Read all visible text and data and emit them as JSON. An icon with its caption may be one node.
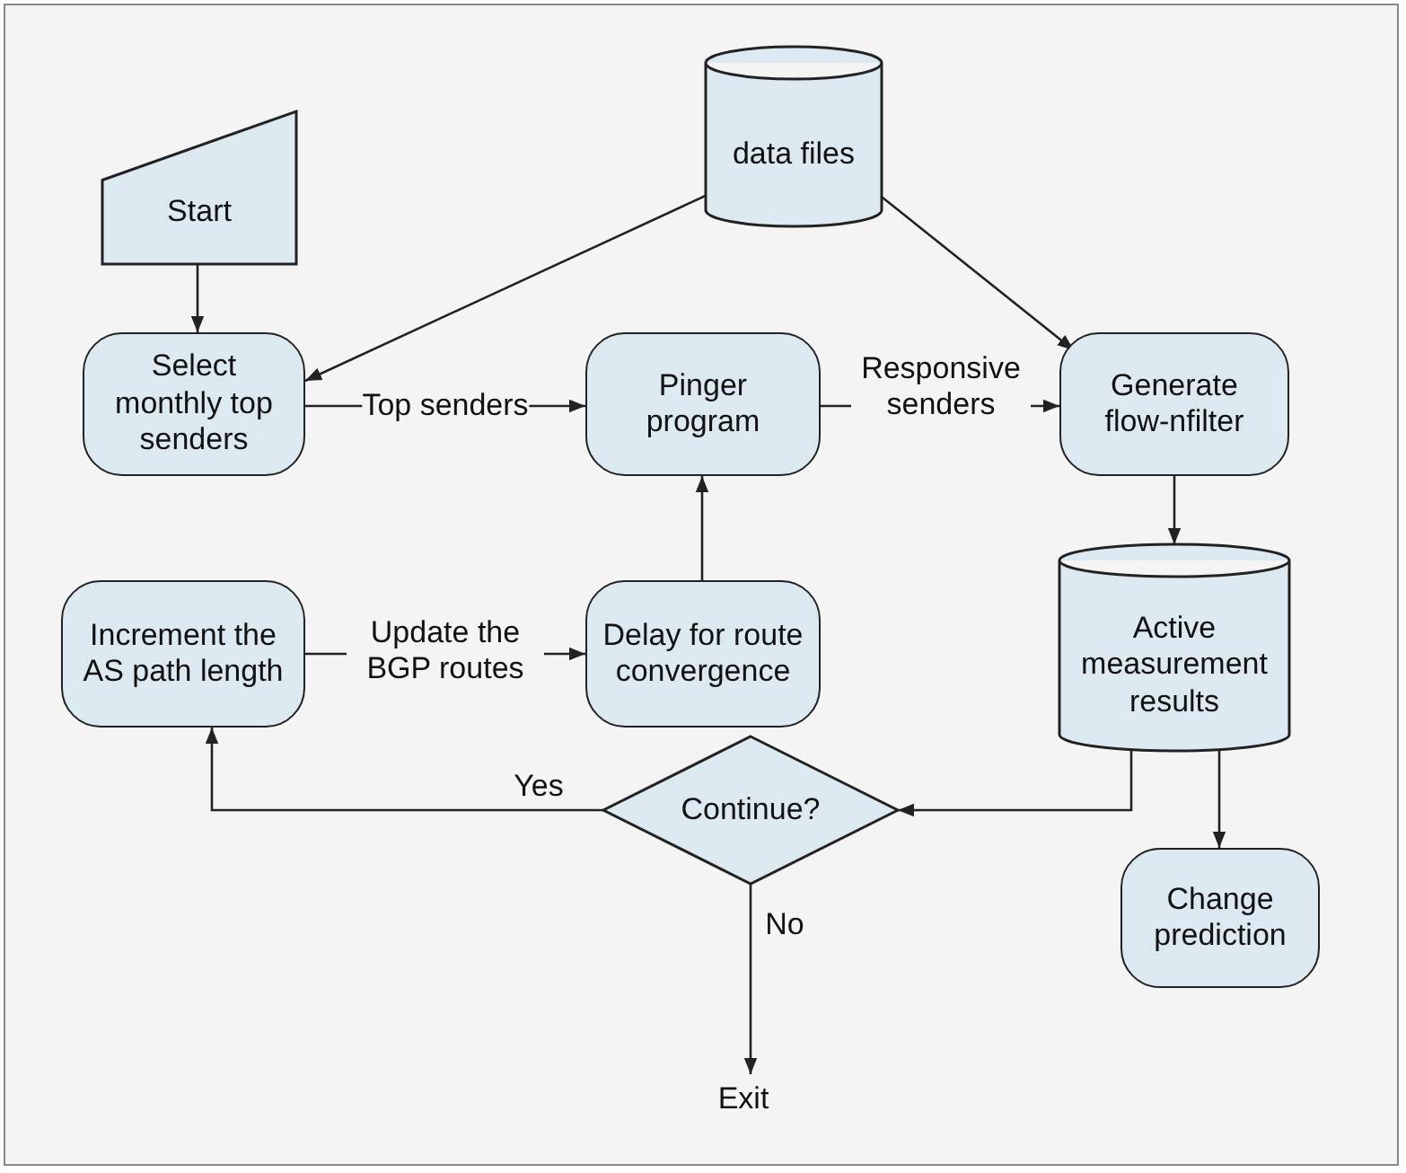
{
  "diagram": {
    "nodes": [
      {
        "text": [
          "Start"
        ]
      },
      {
        "text": [
          "data files"
        ]
      },
      {
        "text": [
          "Select monthly top senders"
        ]
      },
      {
        "text": [
          "Pinger program"
        ]
      },
      {
        "text": [
          "Generate flow-nfilter"
        ]
      },
      {
        "text": [
          "Increment the AS path length"
        ]
      },
      {
        "text": [
          "Delay for route convergence"
        ]
      },
      {
        "text": [
          "Active measurement results"
        ]
      },
      {
        "text": [
          "Continue?"
        ]
      },
      {
        "text": [
          "Change prediction"
        ]
      },
      {
        "text": [
          "Exit"
        ]
      }
    ],
    "edges": [
      {
        "from": 0,
        "to": 2,
        "arrow": "to"
      },
      {
        "from": 1,
        "to": 2,
        "arrow": "to"
      },
      {
        "from": 1,
        "to": 4,
        "arrow": "to"
      },
      {
        "from": 2,
        "to": 3,
        "label": "Top senders",
        "arrow": "to"
      },
      {
        "from": 3,
        "to": 4,
        "label": "Responsive senders",
        "arrow": "to"
      },
      {
        "from": 4,
        "to": 7,
        "arrow": "to"
      },
      {
        "from": 6,
        "to": 3,
        "arrow": "to"
      },
      {
        "from": 5,
        "to": 6,
        "label": "Update the BGP routes",
        "arrow": "to"
      },
      {
        "from": 7,
        "to": 8,
        "arrow": "to"
      },
      {
        "from": 7,
        "to": 9,
        "arrow": "to"
      },
      {
        "from": 8,
        "to": 5,
        "label": "Yes",
        "arrow": "to"
      },
      {
        "from": 8,
        "to": 10,
        "label": "No",
        "arrow": "to"
      }
    ]
  }
}
